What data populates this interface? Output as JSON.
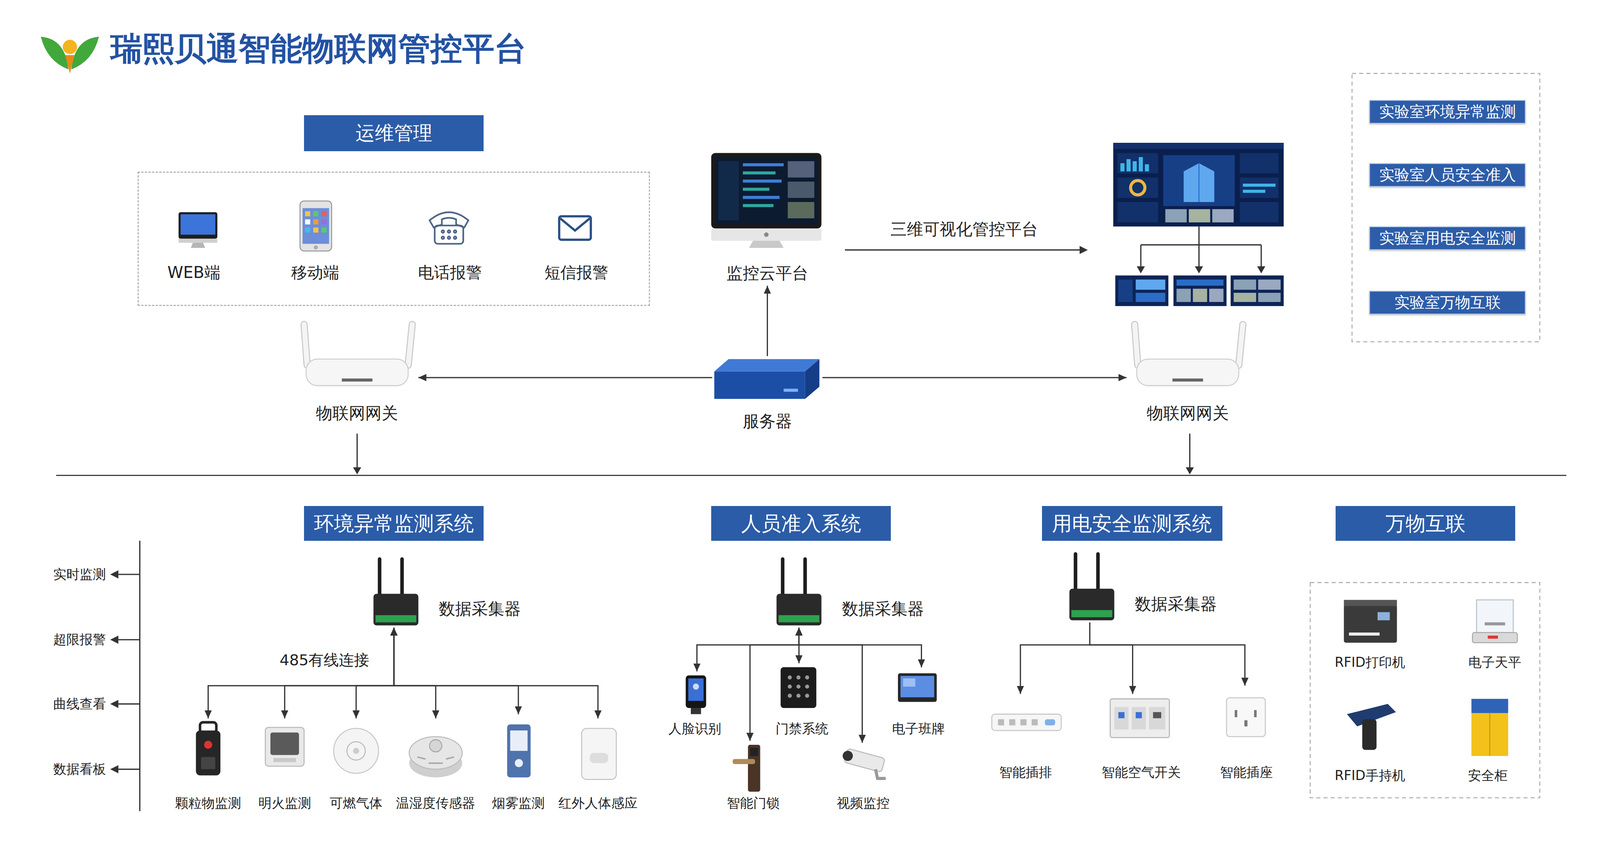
{
  "diagram": {
    "title": "瑞熙贝通智能物联网管控平台",
    "nodes": [
      {
        "text": [
          "运维管理"
        ]
      },
      {
        "text": [
          "WEB端"
        ],
        "in": 0
      },
      {
        "text": [
          "移动端"
        ],
        "in": 0
      },
      {
        "text": [
          "电话报警"
        ],
        "in": 0
      },
      {
        "text": [
          "短信报警"
        ],
        "in": 0
      },
      {
        "text": [
          "监控云平台"
        ]
      },
      {
        "text": [
          "实验室环境异常监测"
        ]
      },
      {
        "text": [
          "实验室人员安全准入"
        ]
      },
      {
        "text": [
          "实验室用电安全监测"
        ]
      },
      {
        "text": [
          "实验室万物互联"
        ]
      },
      {
        "text": [
          "物联网网关"
        ]
      },
      {
        "text": [
          "服务器"
        ]
      },
      {
        "text": [
          "物联网网关"
        ]
      },
      {
        "text": [
          "环境异常监测系统"
        ]
      },
      {
        "text": [
          "数据采集器"
        ]
      },
      {
        "text": [
          "颗粒物监测"
        ]
      },
      {
        "text": [
          "明火监测"
        ]
      },
      {
        "text": [
          "可燃气体"
        ]
      },
      {
        "text": [
          "温湿度传感器"
        ]
      },
      {
        "text": [
          "烟雾监测"
        ]
      },
      {
        "text": [
          "红外人体感应"
        ]
      },
      {
        "text": [
          "人员准入系统"
        ]
      },
      {
        "text": [
          "数据采集器"
        ]
      },
      {
        "text": [
          "人脸识别"
        ]
      },
      {
        "text": [
          "门禁系统"
        ]
      },
      {
        "text": [
          "电子班牌"
        ]
      },
      {
        "text": [
          "智能门锁"
        ]
      },
      {
        "text": [
          "视频监控"
        ]
      },
      {
        "text": [
          "用电安全监测系统"
        ]
      },
      {
        "text": [
          "数据采集器"
        ]
      },
      {
        "text": [
          "智能插排"
        ]
      },
      {
        "text": [
          "智能空气开关"
        ]
      },
      {
        "text": [
          "智能插座"
        ]
      },
      {
        "text": [
          "万物互联"
        ]
      },
      {
        "text": [
          "RFID打印机"
        ]
      },
      {
        "text": [
          "电子天平"
        ]
      },
      {
        "text": [
          "RFID手持机"
        ]
      },
      {
        "text": [
          "安全柜"
        ]
      }
    ],
    "edges": [
      {
        "from": 11,
        "to": 5,
        "arrow": "to"
      },
      {
        "from": 11,
        "to": 10,
        "arrow": "to"
      },
      {
        "from": 11,
        "to": 12,
        "arrow": "to"
      },
      {
        "from": 14,
        "to": 15,
        "arrow": "both"
      },
      {
        "from": 14,
        "to": 16,
        "arrow": "both"
      },
      {
        "from": 14,
        "to": 17,
        "arrow": "both"
      },
      {
        "from": 14,
        "to": 18,
        "arrow": "both"
      },
      {
        "from": 14,
        "to": 19,
        "arrow": "both"
      },
      {
        "from": 14,
        "to": 20,
        "arrow": "both"
      },
      {
        "from": 22,
        "to": 23,
        "arrow": "both"
      },
      {
        "from": 22,
        "to": 24,
        "arrow": "both"
      },
      {
        "from": 22,
        "to": 25,
        "arrow": "both"
      },
      {
        "from": 22,
        "to": 26,
        "arrow": "both"
      },
      {
        "from": 22,
        "to": 27,
        "arrow": "both"
      },
      {
        "from": 29,
        "to": 30,
        "arrow": "to"
      },
      {
        "from": 29,
        "to": 31,
        "arrow": "to"
      },
      {
        "from": 29,
        "to": 32,
        "arrow": "to"
      }
    ],
    "labels": [
      "三维可视化管控平台",
      "485有线连接",
      "实时监测",
      "超限报警",
      "曲线查看",
      "数据看板"
    ]
  }
}
